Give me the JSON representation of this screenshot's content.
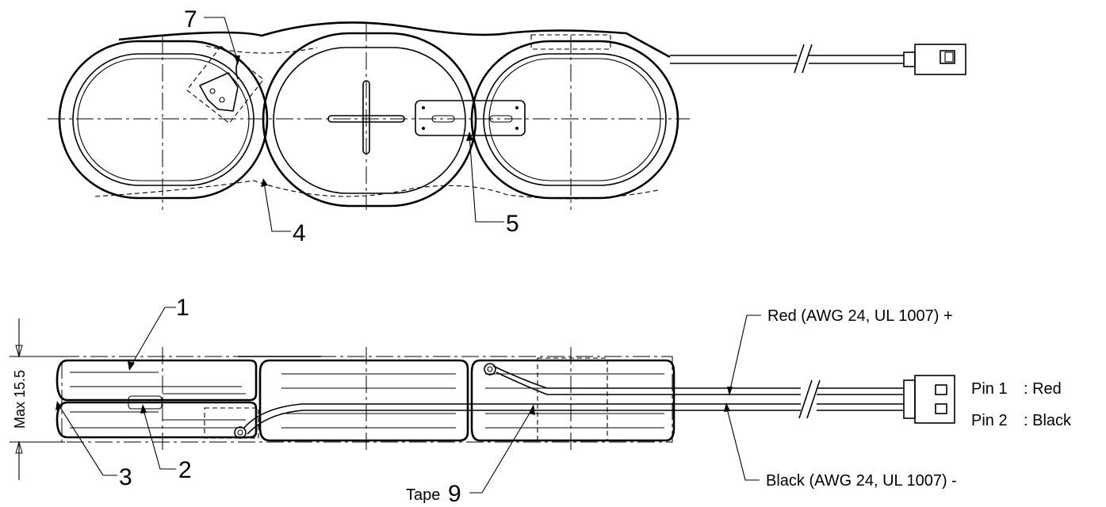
{
  "callouts": {
    "c1": "1",
    "c2": "2",
    "c3": "3",
    "c4": "4",
    "c5": "5",
    "c7": "7",
    "c9": "9"
  },
  "tape_label": "Tape",
  "wires": {
    "red": "Red (AWG 24, UL 1007) +",
    "black": "Black (AWG 24, UL 1007) -"
  },
  "pins": {
    "pin1_name": "Pin 1",
    "pin1_color": ": Red",
    "pin2_name": "Pin 2",
    "pin2_color": ": Black"
  },
  "dimension": {
    "label": "Max 15.5"
  }
}
